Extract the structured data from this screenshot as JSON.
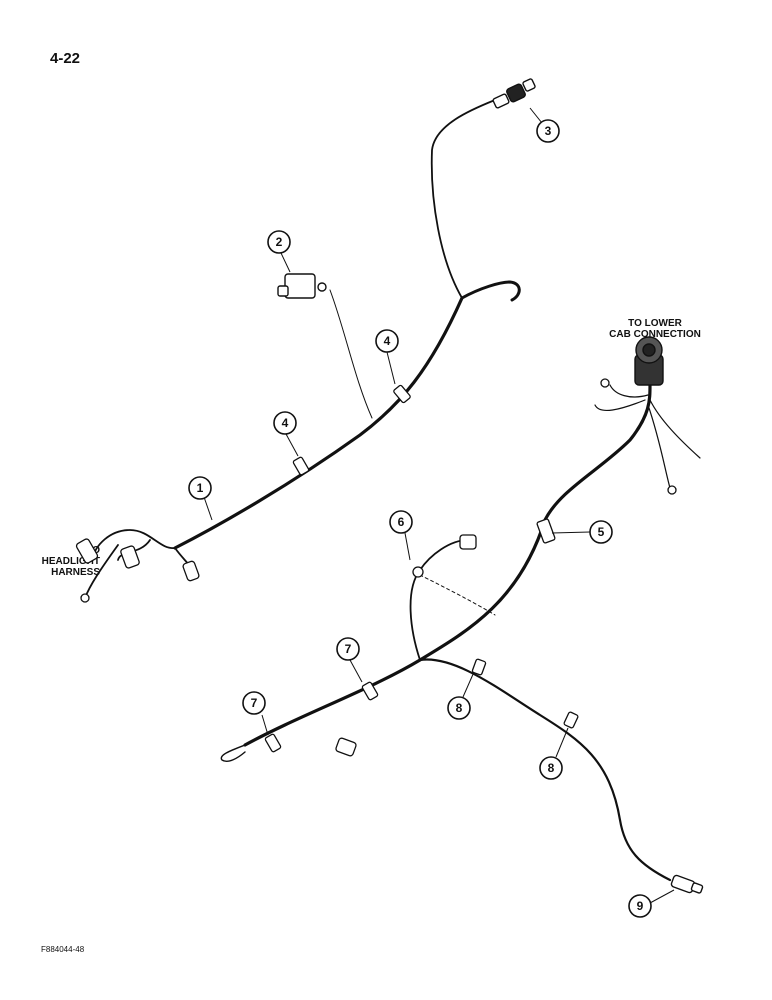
{
  "page_number": "4-22",
  "figure_code": "F884044-48",
  "labels": {
    "cab_line1": "TO LOWER",
    "cab_line2": "CAB CONNECTION",
    "headlight_line1": "TO",
    "headlight_line2": "HEADLIGHT",
    "headlight_line3": "HARNESS"
  },
  "callouts": [
    "1",
    "2",
    "3",
    "4",
    "4",
    "5",
    "6",
    "7",
    "7",
    "8",
    "8",
    "9"
  ]
}
